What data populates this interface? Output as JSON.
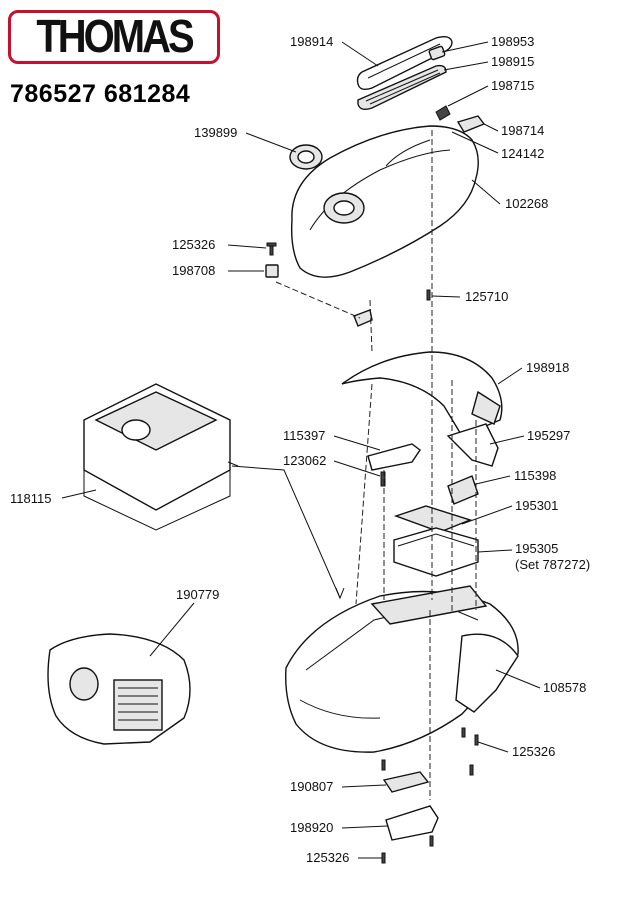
{
  "brand": {
    "logo_text": "THOMAS",
    "accent_color": "#c8102e"
  },
  "model_numbers": "786527 681284",
  "parts": [
    {
      "code": "198914"
    },
    {
      "code": "198953"
    },
    {
      "code": "198915"
    },
    {
      "code": "198715"
    },
    {
      "code": "139899"
    },
    {
      "code": "198714"
    },
    {
      "code": "124142"
    },
    {
      "code": "102268"
    },
    {
      "code": "125326"
    },
    {
      "code": "198708"
    },
    {
      "code": "125710"
    },
    {
      "code": "198918"
    },
    {
      "code": "115397"
    },
    {
      "code": "195297"
    },
    {
      "code": "123062"
    },
    {
      "code": "115398"
    },
    {
      "code": "118115"
    },
    {
      "code": "195301"
    },
    {
      "code": "195305",
      "note": "(Set 787272)"
    },
    {
      "code": "190779"
    },
    {
      "code": "108578"
    },
    {
      "code": "125326"
    },
    {
      "code": "190807"
    },
    {
      "code": "198920"
    },
    {
      "code": "125326"
    }
  ]
}
